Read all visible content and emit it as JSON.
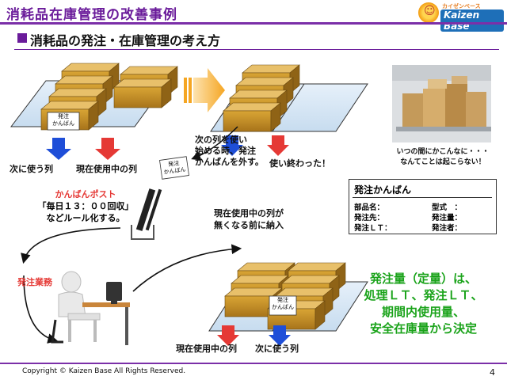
{
  "header": {
    "title": "消耗品在庫管理の改善事例",
    "logo_small": "カイゼンベース",
    "logo_main": "Kaizen Base"
  },
  "subheading": "消耗品の発注・在庫管理の考え方",
  "scene1": {
    "kanban_tag": [
      "発注",
      "かんばん"
    ],
    "label_next": "次に使う列",
    "label_current": "現在使用中の列"
  },
  "scene2": {
    "note_line1": "次の列を使い",
    "note_line2": "始める時、発注",
    "note_line3": "かんばんを外す。",
    "used_up": "使い終わった！",
    "kanban_tag": [
      "発注",
      "かんばん"
    ]
  },
  "photo": {
    "caption_line1": "いつの間にかこんなに・・・",
    "caption_line2": "なんてことは起こらない！"
  },
  "post": {
    "title": "かんばんポスト",
    "line1": "「毎日１３：００回収」",
    "line2": "などルール化する。"
  },
  "order_work": "発注業務",
  "scene3": {
    "deliver_line1": "現在使用中の列が",
    "deliver_line2": "無くなる前に納入",
    "label_current": "現在使用中の列",
    "label_next": "次に使う列",
    "kanban_tag": [
      "発注",
      "かんばん"
    ]
  },
  "kanban_card": {
    "title": "発注かんばん",
    "part_name": "部品名：",
    "supplier": "発注先：",
    "lead_time": "発注ＬＴ：",
    "model": "型式　：",
    "qty": "発注量：",
    "person": "発注者："
  },
  "conclusion": {
    "line1": "発注量（定量）は、",
    "line2": "処理ＬＴ、発注ＬＴ、",
    "line3": "期間内使用量、",
    "line4": "安全在庫量から決定"
  },
  "footer": {
    "copyright": "Copyright ©  Kaizen Base  All Rights Reserved.",
    "page": "4"
  },
  "colors": {
    "accent": "#6a1b9a",
    "box": "#c8961e",
    "arrow_orange": "#f5a623",
    "arrow_blue": "#1e4ed8",
    "arrow_red": "#e53935",
    "green": "#1aa31a"
  }
}
